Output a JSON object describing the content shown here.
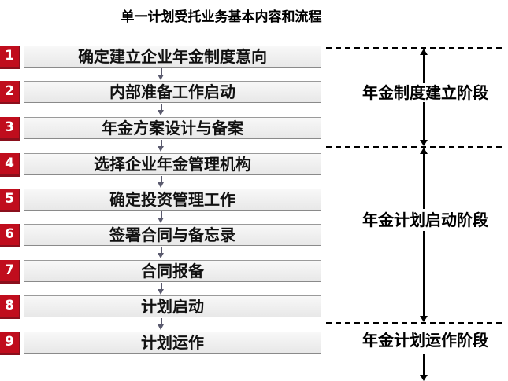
{
  "title": "单一计划受托业务基本内容和流程",
  "steps": [
    {
      "num": "1",
      "label": "确定建立企业年金制度意向"
    },
    {
      "num": "2",
      "label": "内部准备工作启动"
    },
    {
      "num": "3",
      "label": "年金方案设计与备案"
    },
    {
      "num": "4",
      "label": "选择企业年金管理机构"
    },
    {
      "num": "5",
      "label": "确定投资管理工作"
    },
    {
      "num": "6",
      "label": "签署合同与备忘录"
    },
    {
      "num": "7",
      "label": "合同报备"
    },
    {
      "num": "8",
      "label": "计划启动"
    },
    {
      "num": "9",
      "label": "计划运作"
    }
  ],
  "phases": [
    {
      "label": "年金制度建立阶段",
      "steps_covered": "1-3"
    },
    {
      "label": "年金计划启动阶段",
      "steps_covered": "4-8"
    },
    {
      "label": "年金计划运作阶段",
      "steps_covered": "9"
    }
  ],
  "icons": {
    "step_connector": "down-arrow",
    "phase_arrow_up": "up-arrow",
    "phase_arrow_down": "down-arrow"
  },
  "colors": {
    "step_number_bg": "#c00d1d",
    "step_number_shadow": "#8a0f1c",
    "step_number_text": "#ffffff",
    "step_bar_bg": "#efefef",
    "step_bar_border": "#9a9a9a",
    "connector_arrow": "#5a5a6e",
    "phase_text": "#000000",
    "bar_text": "#111111",
    "background": "#ffffff"
  }
}
